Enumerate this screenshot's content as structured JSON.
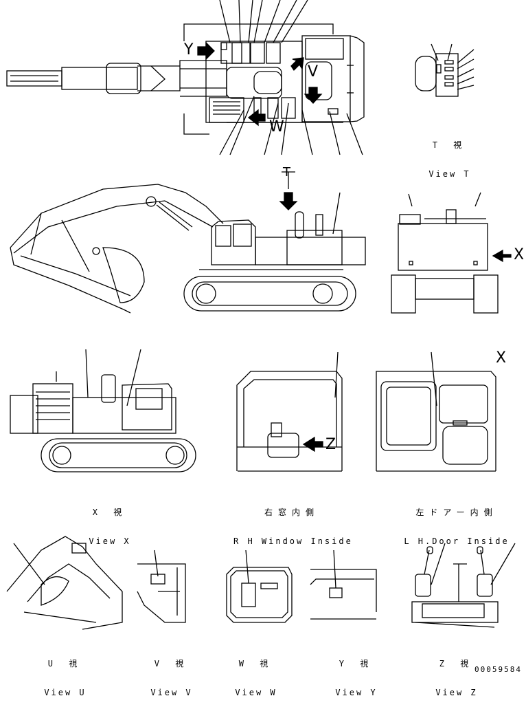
{
  "views": {
    "t": {
      "jp": "T 視",
      "en": "View T"
    },
    "x": {
      "jp": "X 視",
      "en": "View X"
    },
    "rh": {
      "jp": "右窓内側",
      "en": "R H Window Inside"
    },
    "lh": {
      "jp": "左ドアー内側",
      "en": "L H.Door Inside"
    },
    "u": {
      "jp": "U 視",
      "en": "View U"
    },
    "v": {
      "jp": "V 視",
      "en": "View V"
    },
    "w": {
      "jp": "W 視",
      "en": "View W"
    },
    "y": {
      "jp": "Y 視",
      "en": "View Y"
    },
    "z": {
      "jp": "Z 視",
      "en": "View Z"
    }
  },
  "markers": {
    "y": "Y",
    "v": "V",
    "w": "W",
    "t": "T",
    "x": "X",
    "x2": "X",
    "z": "Z"
  },
  "doc_number": "00059584"
}
